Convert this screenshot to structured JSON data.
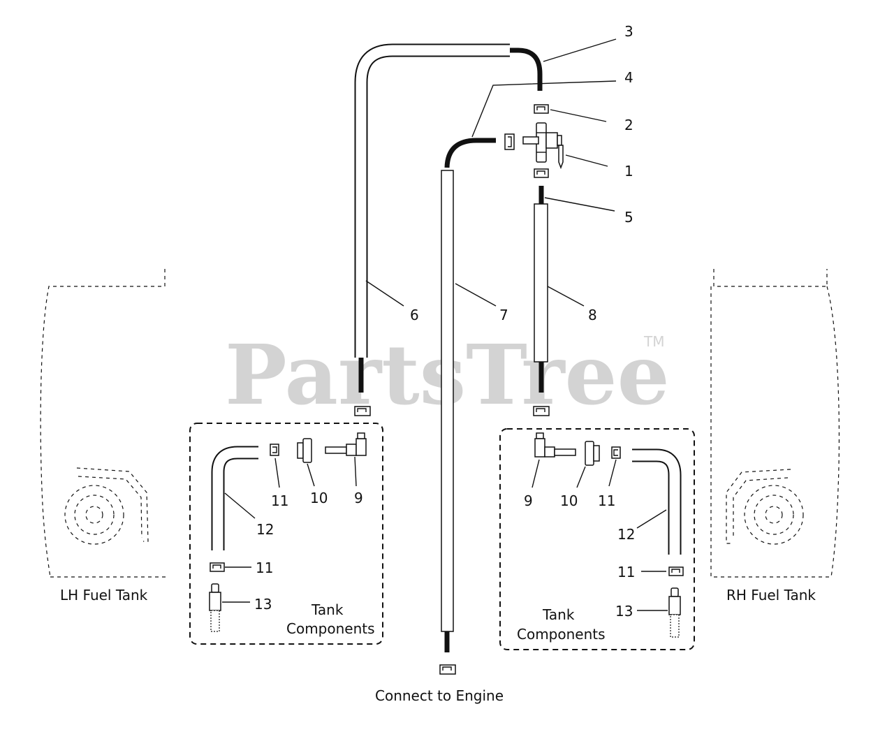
{
  "watermark": {
    "brand": "PartsTree",
    "tm": "TM"
  },
  "callouts": {
    "c1": "1",
    "c2": "2",
    "c3": "3",
    "c4": "4",
    "c5": "5",
    "c6": "6",
    "c7": "7",
    "c8": "8"
  },
  "left_tank": {
    "label": "LH Fuel Tank",
    "components_line1": "Tank",
    "components_line2": "Components",
    "c9": "9",
    "c10": "10",
    "c11a": "11",
    "c11b": "11",
    "c12": "12",
    "c13": "13"
  },
  "right_tank": {
    "label": "RH Fuel Tank",
    "components_line1": "Tank",
    "components_line2": "Components",
    "c9": "9",
    "c10": "10",
    "c11a": "11",
    "c11b": "11",
    "c12": "12",
    "c13": "13"
  },
  "engine_label": "Connect to Engine"
}
